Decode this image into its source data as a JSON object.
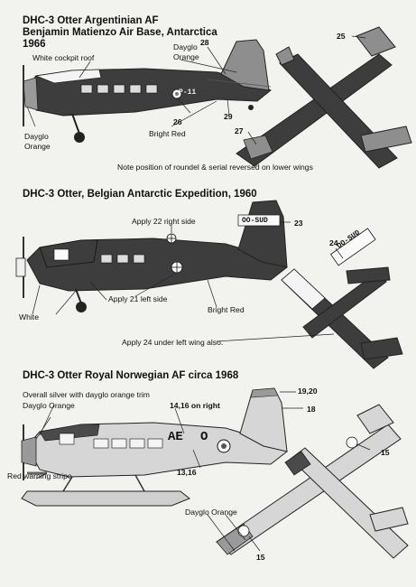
{
  "section1": {
    "title_line1": "DHC-3 Otter Argentinian AF",
    "title_line2": "Benjamin Matienzo Air Base, Antarctica",
    "title_line3": "1966",
    "labels": {
      "cockpit_roof": "White cockpit roof",
      "dayglo_orange_tail": "Dayglo\nOrange",
      "dayglo_orange_nose": "Dayglo\nOrange",
      "bright_red": "Bright Red"
    },
    "numbers": {
      "n25": "25",
      "n28": "28",
      "n26": "26",
      "n29": "29",
      "n27": "27"
    },
    "serial": "P-11",
    "note": "Note position of roundel & serial reversed on lower wings"
  },
  "section2": {
    "title": "DHC-3 Otter, Belgian Antarctic Expedition, 1960",
    "labels": {
      "apply22": "Apply 22 right side",
      "apply21": "Apply 21 left side",
      "white": "White",
      "bright_red": "Bright Red"
    },
    "numbers": {
      "n23": "23",
      "n24": "24"
    },
    "registration": "OO-SUD",
    "note": "Apply 24 under left wing also."
  },
  "section3": {
    "title": "DHC-3 Otter Royal Norwegian AF circa 1968",
    "labels": {
      "overall": "Overall silver with dayglo orange trim",
      "dayglo_orange_1": "Dayglo Orange",
      "red_warning": "Red warning stripe",
      "dayglo_orange_2": "Dayglo Orange",
      "on_right": "14,16 on right"
    },
    "numbers": {
      "n1920": "19,20",
      "n18": "18",
      "n1316": "13,16",
      "n15a": "15",
      "n15b": "15"
    },
    "code": "AE",
    "code_letter": "O"
  },
  "colors": {
    "background": "#f2f2ef",
    "dark_fuselage": "#3d3d3d",
    "mid_grey": "#8e8e8e",
    "light_grey": "#c9c9c9",
    "silver": "#d6d6d6"
  }
}
